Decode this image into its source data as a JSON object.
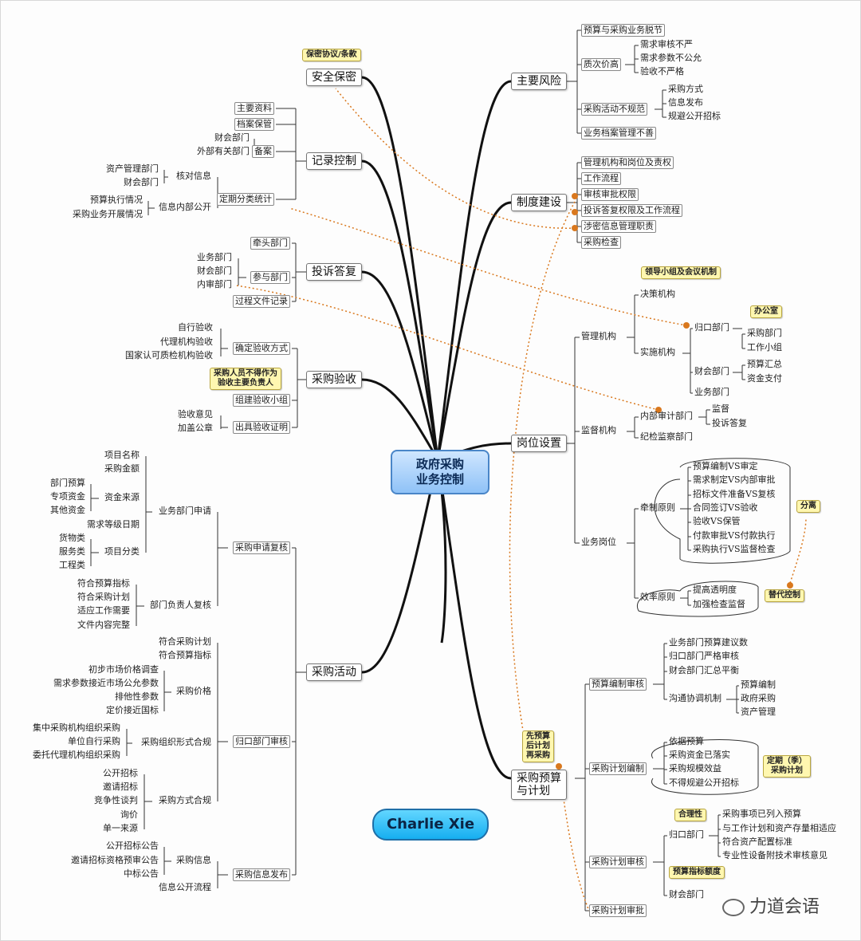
{
  "center": {
    "line1": "政府采购",
    "line2": "业务控制"
  },
  "author": "Charlie Xie",
  "watermark": "力道会语",
  "branches": {
    "safety": "安全保密",
    "records": "记录控制",
    "complaints": "投诉答复",
    "acceptance": "采购验收",
    "activity": "采购活动",
    "risks": "主要风险",
    "system": "制度建设",
    "posts": "岗位设置",
    "budget": "采购预算\n与计划"
  },
  "notes": {
    "confidential": "保密协议/条款",
    "leader_group": "领导小组及会议机制",
    "office": "办公室",
    "no_acceptance": "采购人员不得作为\n验收主要负责人",
    "separation": "分离",
    "substitute": "替代控制",
    "budget_first": "先预算\n后计划\n再采购",
    "quarterly": "定期（季）\n采购计划",
    "reasonable": "合理性",
    "quota": "预算指标额度"
  },
  "records": {
    "items": [
      "主要资料",
      "档案保管",
      "备案",
      "定期分类统计"
    ],
    "filing_sub": [
      "财会部门",
      "外部有关部门"
    ],
    "stat_sub": [
      "核对信息",
      "信息内部公开"
    ],
    "check_sub": [
      "资产管理部门",
      "财会部门"
    ],
    "open_sub": [
      "预算执行情况",
      "采购业务开展情况"
    ]
  },
  "complaints": {
    "items": [
      "牵头部门",
      "参与部门",
      "过程文件记录"
    ],
    "participants": [
      "业务部门",
      "财会部门",
      "内审部门"
    ]
  },
  "acceptance": {
    "items": [
      "确定验收方式",
      "组建验收小组",
      "出具验收证明"
    ],
    "methods": [
      "自行验收",
      "代理机构验收",
      "国家认可质检机构验收"
    ],
    "cert": [
      "验收意见",
      "加盖公章"
    ]
  },
  "activity": {
    "items": [
      "采购申请复核",
      "归口部门审核",
      "采购信息发布"
    ],
    "app": [
      "业务部门申请",
      "部门负责人复核"
    ],
    "app_items": [
      "项目名称",
      "采购金额",
      "资金来源",
      "需求等级日期",
      "项目分类"
    ],
    "funds": [
      "部门预算",
      "专项资金",
      "其他资金"
    ],
    "cats": [
      "货物类",
      "服务类",
      "工程类"
    ],
    "review": [
      "符合预算指标",
      "符合采购计划",
      "适应工作需要",
      "文件内容完整"
    ],
    "central": [
      "符合采购计划",
      "符合预算指标",
      "采购价格",
      "采购组织形式合规",
      "采购方式合规"
    ],
    "price": [
      "初步市场价格调查",
      "需求参数接近市场公允参数",
      "排他性参数",
      "定价接近国标"
    ],
    "org": [
      "集中采购机构组织采购",
      "单位自行采购",
      "委托代理机构组织采购"
    ],
    "methods": [
      "公开招标",
      "邀请招标",
      "竞争性谈判",
      "询价",
      "单一来源"
    ],
    "publish": [
      "采购信息",
      "信息公开流程"
    ],
    "info": [
      "公开招标公告",
      "邀请招标资格预审公告",
      "中标公告"
    ]
  },
  "risks": {
    "items": [
      "预算与采购业务脱节",
      "质次价高",
      "采购活动不规范",
      "业务档案管理不善"
    ],
    "quality": [
      "需求审核不严",
      "需求参数不公允",
      "验收不严格"
    ],
    "irregular": [
      "采购方式",
      "信息发布",
      "规避公开招标"
    ]
  },
  "system": {
    "items": [
      "管理机构和岗位及责权",
      "工作流程",
      "审核审批权限",
      "投诉答复权限及工作流程",
      "涉密信息管理职责",
      "采购检查"
    ]
  },
  "posts": {
    "items": [
      "管理机构",
      "监督机构",
      "业务岗位"
    ],
    "mgmt": [
      "决策机构",
      "实施机构"
    ],
    "impl": [
      "归口部门",
      "财会部门",
      "业务部门"
    ],
    "central": [
      "采购部门",
      "工作小组"
    ],
    "finance": [
      "预算汇总",
      "资金支付"
    ],
    "supervise": [
      "内部审计部门",
      "纪检监察部门"
    ],
    "audit": [
      "监督",
      "投诉答复"
    ],
    "business": [
      "牵制原则",
      "效率原则"
    ],
    "checks": [
      "预算编制VS审定",
      "需求制定VS内部审批",
      "招标文件准备VS复核",
      "合同签订VS验收",
      "验收VS保管",
      "付款审批VS付款执行",
      "采购执行VS监督检查"
    ],
    "eff": [
      "提高透明度",
      "加强检查监督"
    ]
  },
  "budget": {
    "items": [
      "预算编制审核",
      "采购计划编制",
      "采购计划审核",
      "采购计划审批"
    ],
    "prep": [
      "业务部门预算建议数",
      "归口部门严格审核",
      "财会部门汇总平衡",
      "沟通协调机制"
    ],
    "coord": [
      "预算编制",
      "政府采购",
      "资产管理"
    ],
    "plan": [
      "依据预算",
      "采购资金已落实",
      "采购规模效益",
      "不得规避公开招标"
    ],
    "review": [
      "归口部门",
      "财会部门"
    ],
    "review_items": [
      "采购事项已列入预算",
      "与工作计划和资产存量相适应",
      "符合资产配置标准",
      "专业性设备附技术审核意见"
    ]
  }
}
